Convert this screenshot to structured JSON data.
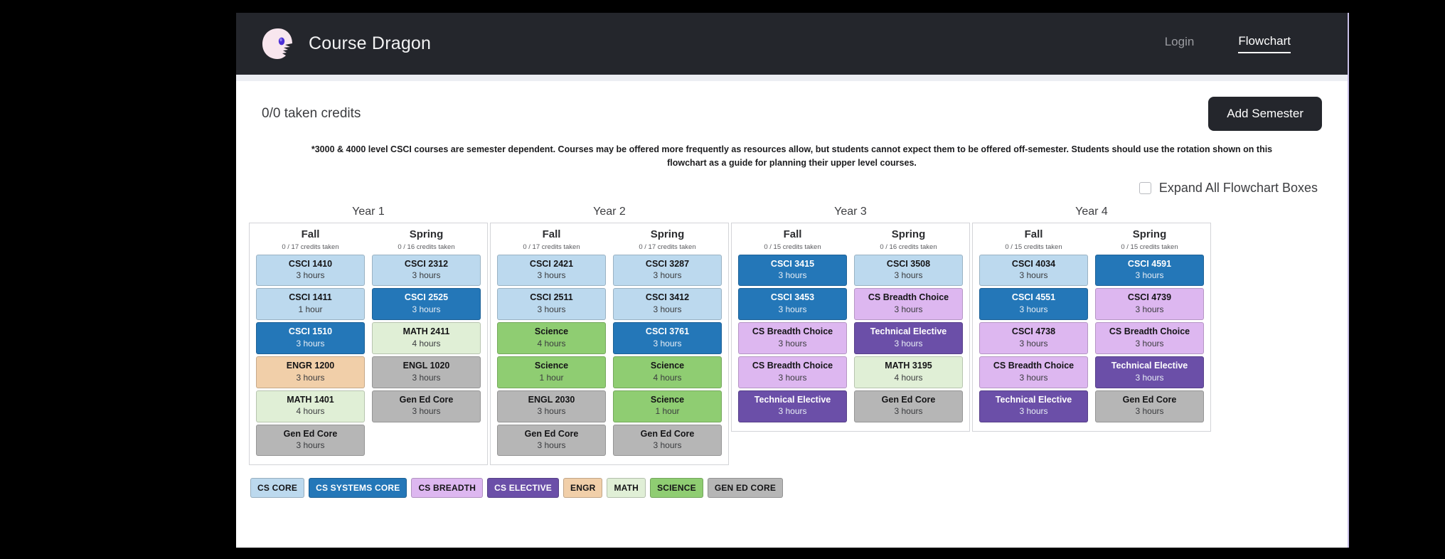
{
  "navbar": {
    "brand_title": "Course Dragon",
    "logo_icon": "dragon-head-icon",
    "links": [
      {
        "label": "Login",
        "active": false
      },
      {
        "label": "Flowchart",
        "active": true
      }
    ]
  },
  "toolbar": {
    "credits_text": "0/0 taken credits",
    "add_semester_label": "Add Semester"
  },
  "disclaimer": "*3000 & 4000 level CSCI courses are semester dependent. Courses may be offered more frequently as resources allow, but students cannot expect them to be offered off-semester. Students should use the rotation shown on this flowchart as a guide for planning their upper level courses.",
  "expand": {
    "label": "Expand All Flowchart Boxes",
    "checked": false
  },
  "colors": {
    "cs_core": "#bcd9ee",
    "cs_systems_core": "#2477b8",
    "cs_breadth": "#ddb7f0",
    "cs_elective": "#6b4fa8",
    "engr": "#f1cfa9",
    "math": "#e0efd6",
    "science": "#8fcd72",
    "gen_ed_core": "#b6b6b6",
    "navbar_bg": "#24262c",
    "button_bg": "#24262c"
  },
  "legend": [
    {
      "label": "CS CORE",
      "key": "cs_core"
    },
    {
      "label": "CS SYSTEMS CORE",
      "key": "cs_systems_core"
    },
    {
      "label": "CS BREADTH",
      "key": "cs_breadth"
    },
    {
      "label": "CS ELECTIVE",
      "key": "cs_elective"
    },
    {
      "label": "ENGR",
      "key": "engr"
    },
    {
      "label": "MATH",
      "key": "math"
    },
    {
      "label": "SCIENCE",
      "key": "science"
    },
    {
      "label": "GEN ED CORE",
      "key": "gen_ed_core"
    }
  ],
  "years": [
    {
      "title": "Year 1",
      "semesters": [
        {
          "name": "Fall",
          "credits": "0 / 17 credits taken",
          "courses": [
            {
              "code": "CSCI 1410",
              "hours": "3 hours",
              "key": "cs_core"
            },
            {
              "code": "CSCI 1411",
              "hours": "1 hour",
              "key": "cs_core"
            },
            {
              "code": "CSCI 1510",
              "hours": "3 hours",
              "key": "cs_systems_core"
            },
            {
              "code": "ENGR 1200",
              "hours": "3 hours",
              "key": "engr"
            },
            {
              "code": "MATH 1401",
              "hours": "4 hours",
              "key": "math"
            },
            {
              "code": "Gen Ed Core",
              "hours": "3 hours",
              "key": "gen_ed_core"
            }
          ]
        },
        {
          "name": "Spring",
          "credits": "0 / 16 credits taken",
          "courses": [
            {
              "code": "CSCI 2312",
              "hours": "3 hours",
              "key": "cs_core"
            },
            {
              "code": "CSCI 2525",
              "hours": "3 hours",
              "key": "cs_systems_core"
            },
            {
              "code": "MATH 2411",
              "hours": "4 hours",
              "key": "math"
            },
            {
              "code": "ENGL 1020",
              "hours": "3 hours",
              "key": "gen_ed_core"
            },
            {
              "code": "Gen Ed Core",
              "hours": "3 hours",
              "key": "gen_ed_core"
            }
          ]
        }
      ]
    },
    {
      "title": "Year 2",
      "semesters": [
        {
          "name": "Fall",
          "credits": "0 / 17 credits taken",
          "courses": [
            {
              "code": "CSCI 2421",
              "hours": "3 hours",
              "key": "cs_core"
            },
            {
              "code": "CSCI 2511",
              "hours": "3 hours",
              "key": "cs_core"
            },
            {
              "code": "Science",
              "hours": "4 hours",
              "key": "science"
            },
            {
              "code": "Science",
              "hours": "1 hour",
              "key": "science"
            },
            {
              "code": "ENGL 2030",
              "hours": "3 hours",
              "key": "gen_ed_core"
            },
            {
              "code": "Gen Ed Core",
              "hours": "3 hours",
              "key": "gen_ed_core"
            }
          ]
        },
        {
          "name": "Spring",
          "credits": "0 / 17 credits taken",
          "courses": [
            {
              "code": "CSCI 3287",
              "hours": "3 hours",
              "key": "cs_core"
            },
            {
              "code": "CSCI 3412",
              "hours": "3 hours",
              "key": "cs_core"
            },
            {
              "code": "CSCI 3761",
              "hours": "3 hours",
              "key": "cs_systems_core"
            },
            {
              "code": "Science",
              "hours": "4 hours",
              "key": "science"
            },
            {
              "code": "Science",
              "hours": "1 hour",
              "key": "science"
            },
            {
              "code": "Gen Ed Core",
              "hours": "3 hours",
              "key": "gen_ed_core"
            }
          ]
        }
      ]
    },
    {
      "title": "Year 3",
      "semesters": [
        {
          "name": "Fall",
          "credits": "0 / 15 credits taken",
          "courses": [
            {
              "code": "CSCI 3415",
              "hours": "3 hours",
              "key": "cs_systems_core"
            },
            {
              "code": "CSCI 3453",
              "hours": "3 hours",
              "key": "cs_systems_core"
            },
            {
              "code": "CS Breadth Choice",
              "hours": "3 hours",
              "key": "cs_breadth"
            },
            {
              "code": "CS Breadth Choice",
              "hours": "3 hours",
              "key": "cs_breadth"
            },
            {
              "code": "Technical Elective",
              "hours": "3 hours",
              "key": "cs_elective"
            }
          ]
        },
        {
          "name": "Spring",
          "credits": "0 / 16 credits taken",
          "courses": [
            {
              "code": "CSCI 3508",
              "hours": "3 hours",
              "key": "cs_core"
            },
            {
              "code": "CS Breadth Choice",
              "hours": "3 hours",
              "key": "cs_breadth"
            },
            {
              "code": "Technical Elective",
              "hours": "3 hours",
              "key": "cs_elective"
            },
            {
              "code": "MATH 3195",
              "hours": "4 hours",
              "key": "math"
            },
            {
              "code": "Gen Ed Core",
              "hours": "3 hours",
              "key": "gen_ed_core"
            }
          ]
        }
      ]
    },
    {
      "title": "Year 4",
      "semesters": [
        {
          "name": "Fall",
          "credits": "0 / 15 credits taken",
          "courses": [
            {
              "code": "CSCI 4034",
              "hours": "3 hours",
              "key": "cs_core"
            },
            {
              "code": "CSCI 4551",
              "hours": "3 hours",
              "key": "cs_systems_core"
            },
            {
              "code": "CSCI 4738",
              "hours": "3 hours",
              "key": "cs_breadth"
            },
            {
              "code": "CS Breadth Choice",
              "hours": "3 hours",
              "key": "cs_breadth"
            },
            {
              "code": "Technical Elective",
              "hours": "3 hours",
              "key": "cs_elective"
            }
          ]
        },
        {
          "name": "Spring",
          "credits": "0 / 15 credits taken",
          "courses": [
            {
              "code": "CSCI 4591",
              "hours": "3 hours",
              "key": "cs_systems_core"
            },
            {
              "code": "CSCI 4739",
              "hours": "3 hours",
              "key": "cs_breadth"
            },
            {
              "code": "CS Breadth Choice",
              "hours": "3 hours",
              "key": "cs_breadth"
            },
            {
              "code": "Technical Elective",
              "hours": "3 hours",
              "key": "cs_elective"
            },
            {
              "code": "Gen Ed Core",
              "hours": "3 hours",
              "key": "gen_ed_core"
            }
          ]
        }
      ]
    }
  ]
}
